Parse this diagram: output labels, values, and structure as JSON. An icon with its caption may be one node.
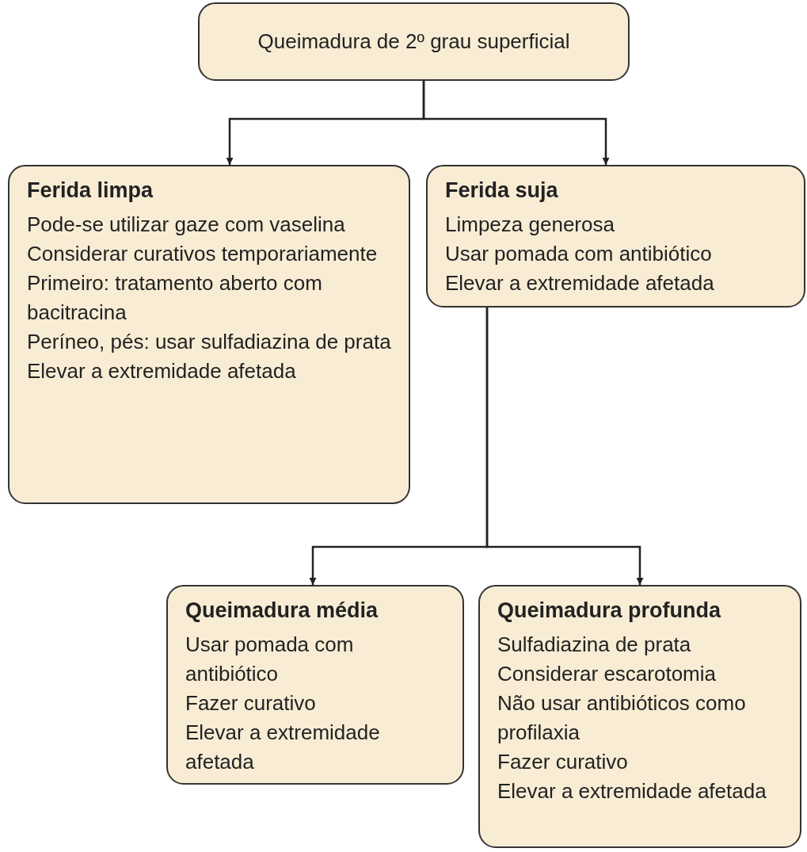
{
  "diagram": {
    "nodes": [
      {
        "text": [
          "Queimadura de 2º grau superficial"
        ]
      },
      {
        "text": [
          "Ferida limpa",
          "Pode-se utilizar gaze com vaselina",
          "Considerar curativos temporariamente",
          "Primeiro: tratamento aberto com bacitracina",
          "Períneo, pés: usar sulfadiazina de prata",
          "Elevar a extremidade afetada"
        ]
      },
      {
        "text": [
          "Ferida suja",
          "Limpeza generosa",
          "Usar pomada com antibiótico",
          "Elevar a extremidade afetada"
        ]
      },
      {
        "text": [
          "Queimadura média",
          "Usar pomada com antibiótico",
          "Fazer curativo",
          "Elevar a extremidade afetada"
        ]
      },
      {
        "text": [
          "Queimadura profunda",
          "Sulfadiazina de prata",
          "Considerar escarotomia",
          "Não usar antibióticos como profilaxia",
          "Fazer curativo",
          "Elevar a extremidade afetada"
        ]
      }
    ],
    "edges": [
      {
        "from": 0,
        "to": 1,
        "arrow": "to"
      },
      {
        "from": 0,
        "to": 2,
        "arrow": "to"
      },
      {
        "from": 2,
        "to": 3,
        "arrow": "to"
      },
      {
        "from": 2,
        "to": 4,
        "arrow": "to"
      }
    ]
  }
}
